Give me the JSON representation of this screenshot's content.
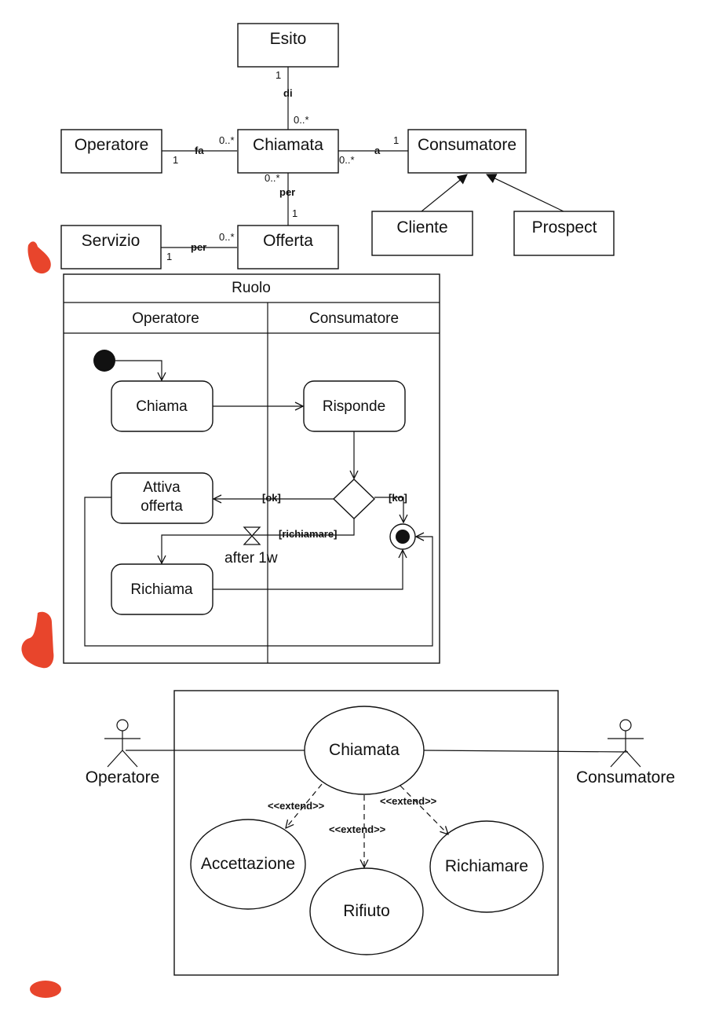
{
  "class_diagram": {
    "classes": {
      "esito": "Esito",
      "operatore": "Operatore",
      "chiamata": "Chiamata",
      "consumatore": "Consumatore",
      "servizio": "Servizio",
      "offerta": "Offerta",
      "cliente": "Cliente",
      "prospect": "Prospect"
    },
    "associations": {
      "esito_chiamata": {
        "name": "di",
        "mult_top": "1",
        "mult_bottom": "0..*"
      },
      "operatore_chiamata": {
        "name": "fa",
        "mult_left": "1",
        "mult_right": "0..*"
      },
      "chiamata_consumatore": {
        "name": "a",
        "mult_left": "0..*",
        "mult_right": "1"
      },
      "chiamata_offerta": {
        "name": "per",
        "mult_top": "0..*",
        "mult_bottom": "1"
      },
      "servizio_offerta": {
        "name": "per",
        "mult_left": "1",
        "mult_right": "0..*"
      }
    }
  },
  "activity_diagram": {
    "title": "Ruolo",
    "lanes": [
      "Operatore",
      "Consumatore"
    ],
    "actions": {
      "chiama": "Chiama",
      "risponde": "Risponde",
      "attiva_line1": "Attiva",
      "attiva_line2": "offerta",
      "richiama": "Richiama"
    },
    "guards": {
      "ok": "[ok]",
      "ko": "[ko]",
      "richiamare": "[richiamare]"
    },
    "timer": "after 1w"
  },
  "usecase_diagram": {
    "actors": {
      "left": "Operatore",
      "right": "Consumatore"
    },
    "use_cases": {
      "chiamata": "Chiamata",
      "accettazione": "Accettazione",
      "rifiuto": "Rifiuto",
      "richiamare": "Richiamare"
    },
    "extend_label": "<<extend>>"
  }
}
